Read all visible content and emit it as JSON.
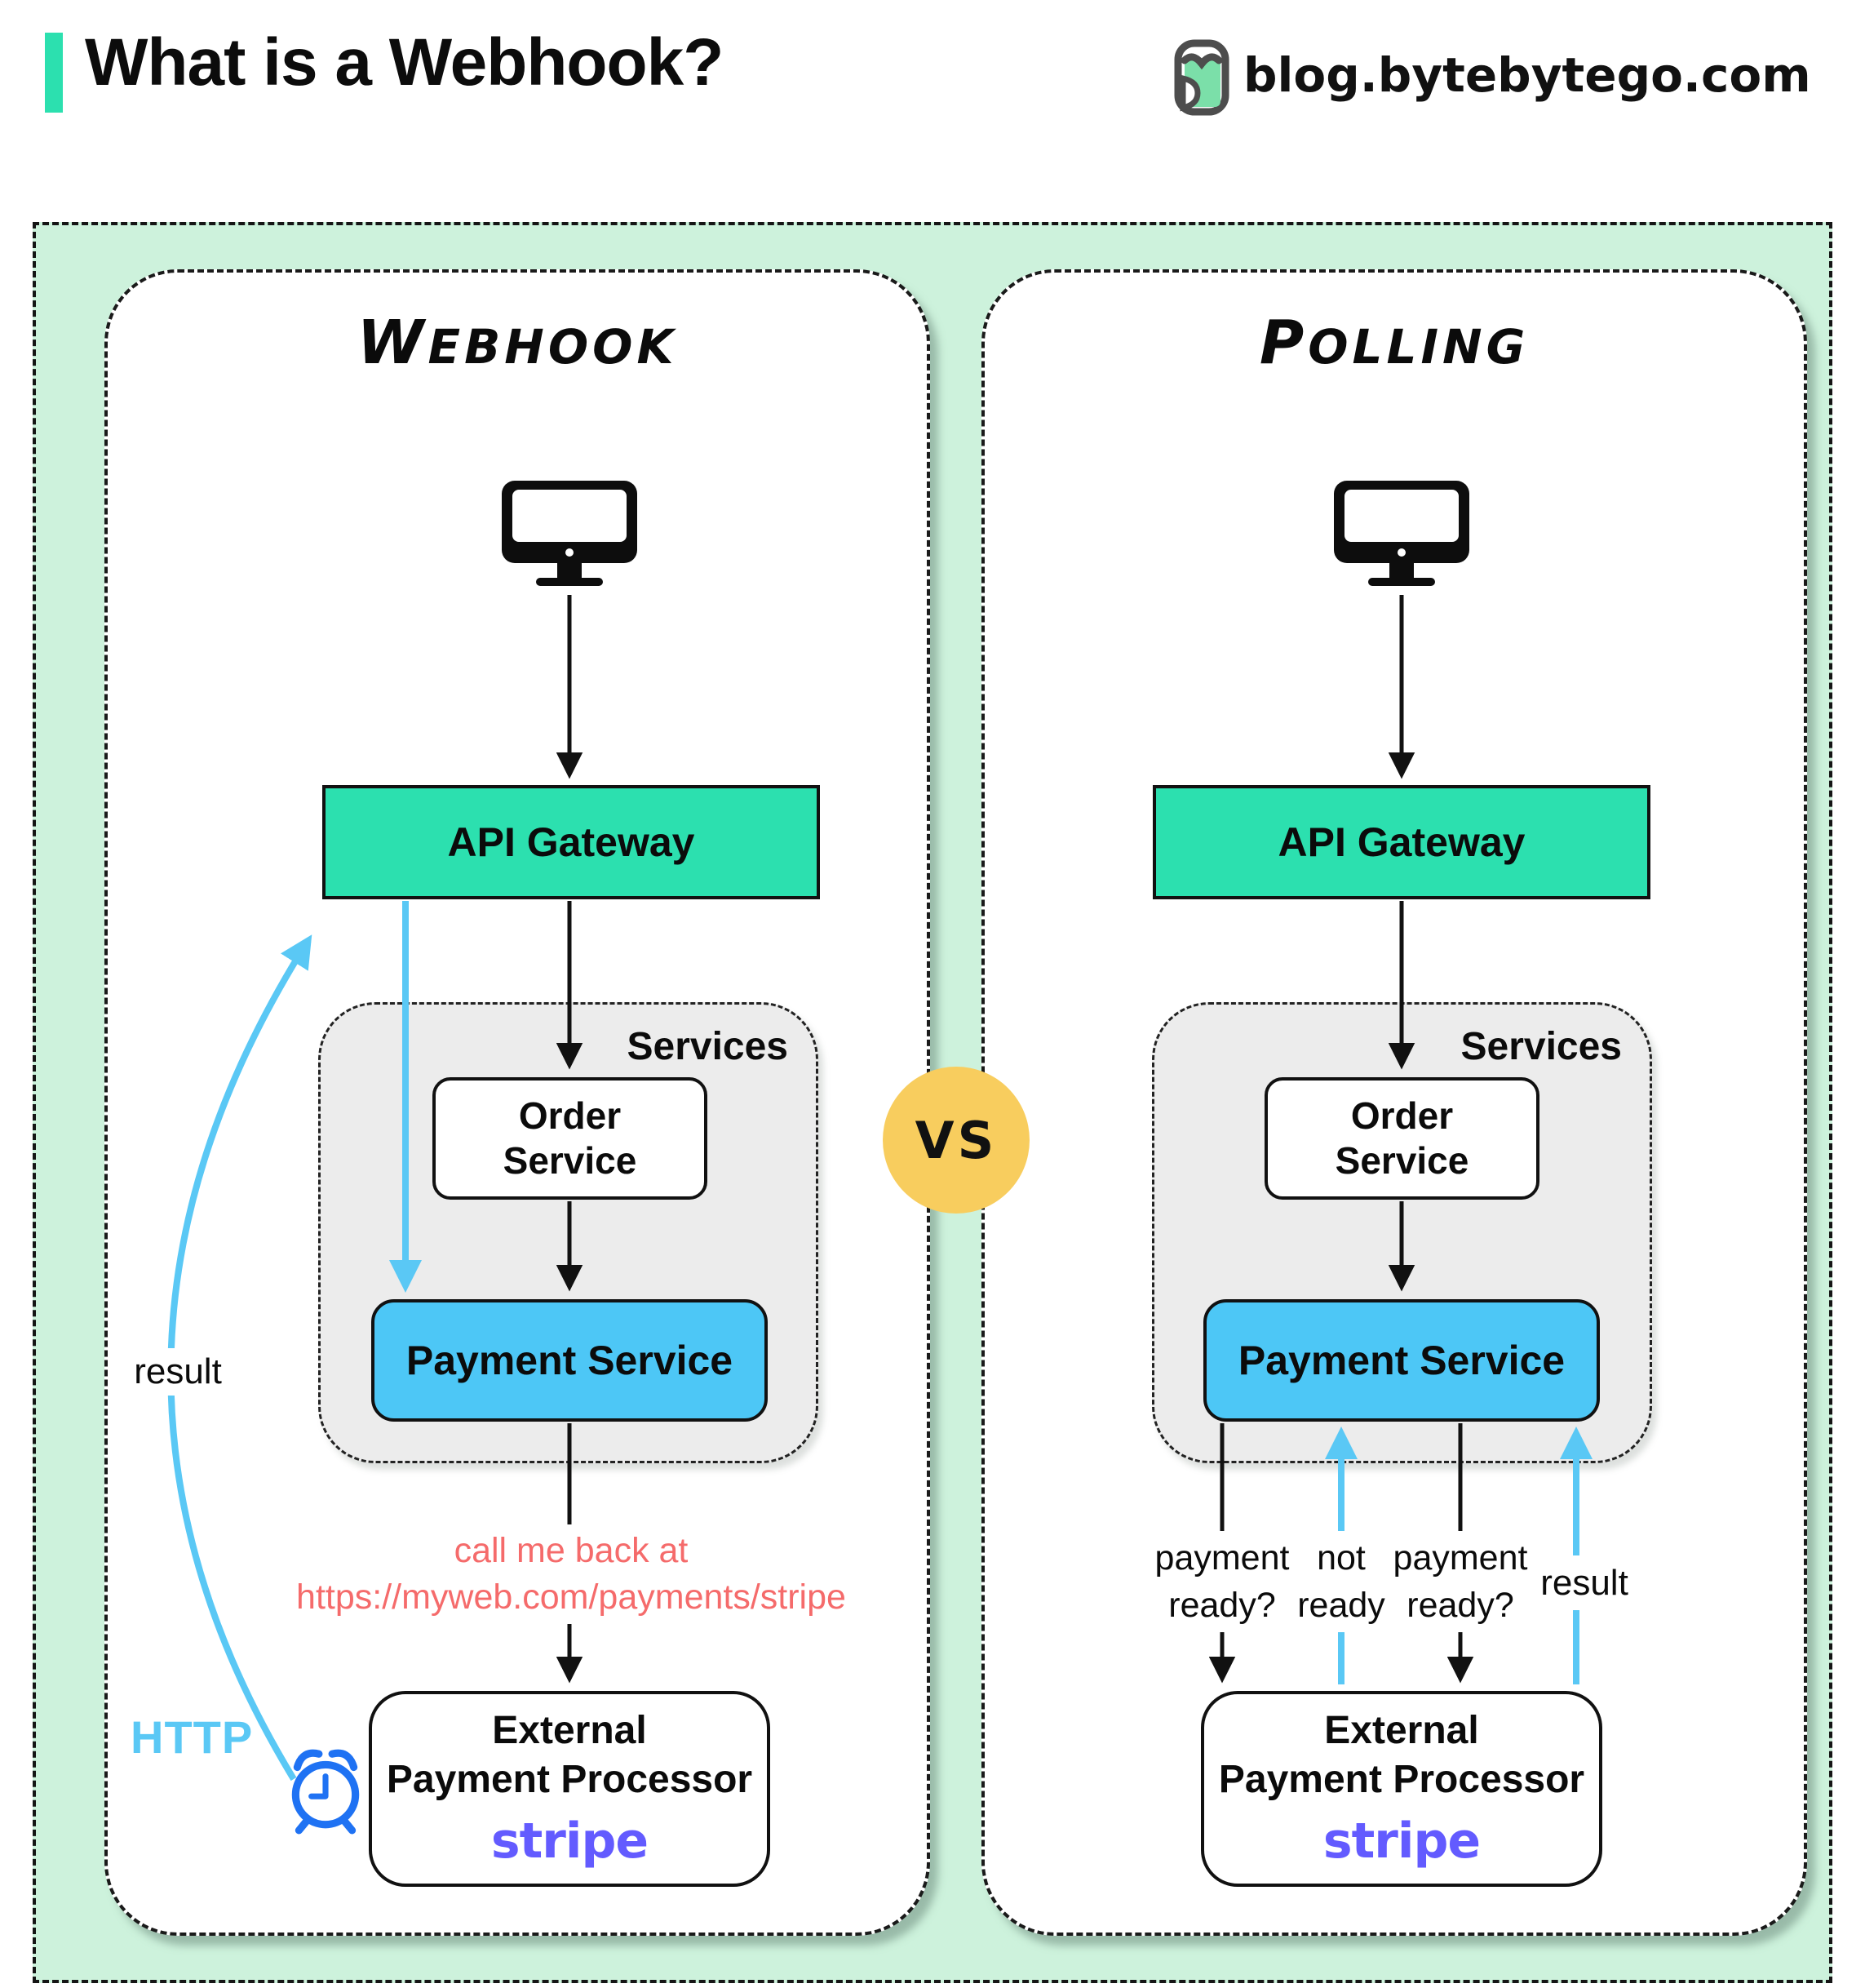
{
  "header": {
    "title": "What is a Webhook?",
    "site": "blog.bytebytego.com"
  },
  "vs": {
    "label": "VS"
  },
  "panels": {
    "webhook": {
      "title": "Webhook"
    },
    "polling": {
      "title": "Polling"
    }
  },
  "nodes": {
    "api_gateway": "API Gateway",
    "services": "Services",
    "order_line1": "Order",
    "order_line2": "Service",
    "payment_service": "Payment Service",
    "external_line1": "External",
    "external_line2": "Payment Processor",
    "stripe": "stripe"
  },
  "webhook_annotations": {
    "result": "result",
    "http": "HTTP",
    "callback_line1": "call me back at",
    "callback_line2": "https://myweb.com/payments/stripe"
  },
  "polling_annotations": {
    "q1_line1": "payment",
    "q1_line2": "ready?",
    "a1_line1": "not",
    "a1_line2": "ready",
    "q2_line1": "payment",
    "q2_line2": "ready?",
    "result": "result"
  },
  "icons": {
    "logo": "bytebytego-logo",
    "client_left": "desktop-computer-icon",
    "client_right": "desktop-computer-icon",
    "alarm_clock": "alarm-clock-icon"
  },
  "colors": {
    "accent_teal": "#2ce0af",
    "mint_background": "#cdf2dc",
    "payment_blue": "#4dc7f6",
    "arrow_blue": "#5ac8f5",
    "callback_salmon": "#f56b6b",
    "vs_yellow": "#f8cd5e",
    "stripe_purple": "#635bff",
    "clock_blue": "#1f72f3",
    "services_gray": "#ececec",
    "line_black": "#111111"
  }
}
